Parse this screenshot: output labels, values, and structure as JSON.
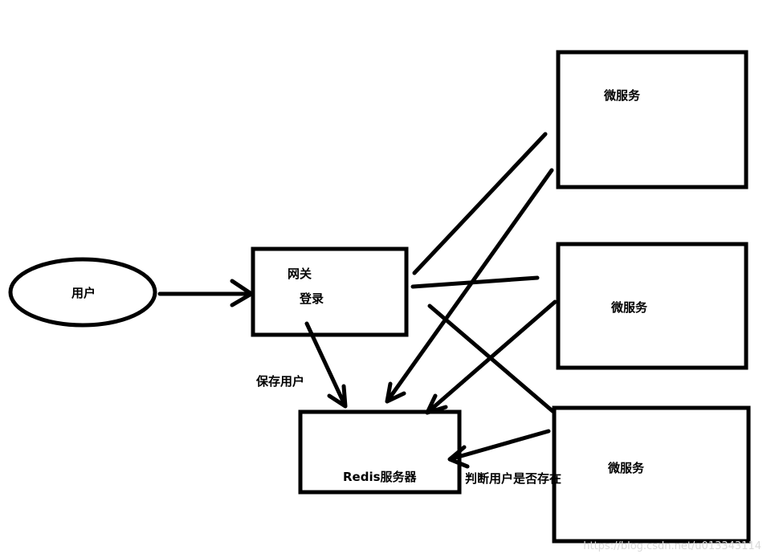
{
  "nodes": {
    "user": "用户",
    "gateway_line1": "网关",
    "gateway_line2": "登录",
    "redis": "Redis服务器",
    "ms1": "微服务",
    "ms2": "微服务",
    "ms3": "微服务"
  },
  "edges": {
    "save_user": "保存用户",
    "check_user": "判断用户是否存在"
  },
  "watermark": "https://blog.csdn.net/u013343114"
}
